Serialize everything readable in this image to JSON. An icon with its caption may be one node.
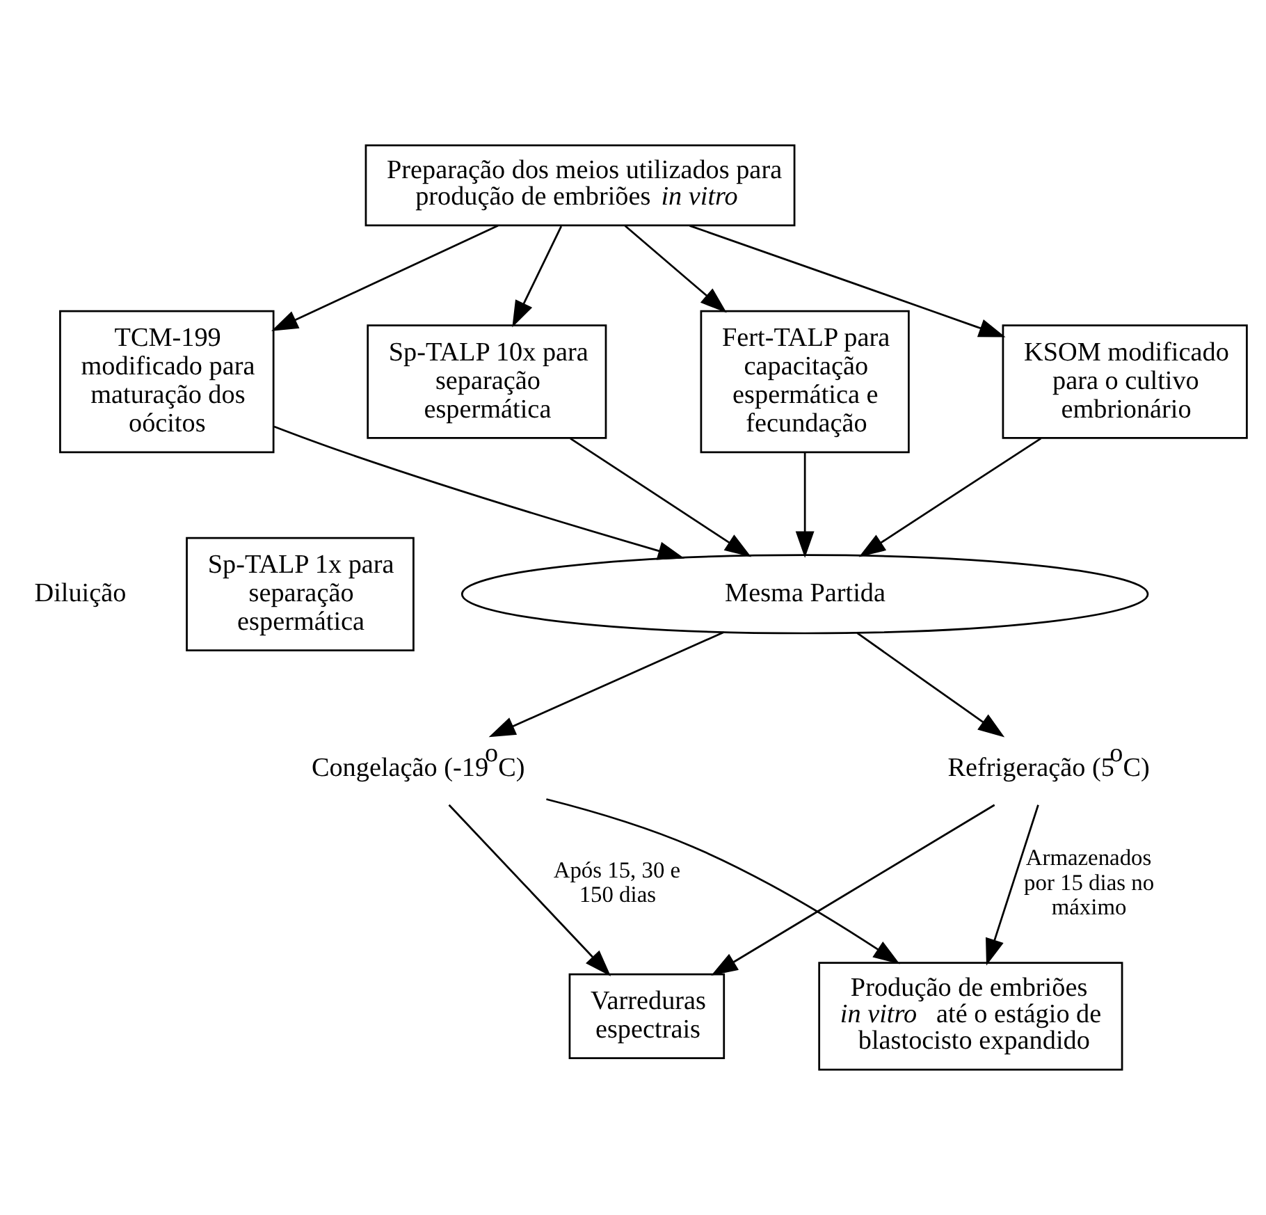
{
  "diagram": {
    "nodes": [
      {
        "text": [
          "Preparação dos meios utilizados para produção de embriões *in vitro*"
        ]
      },
      {
        "text": [
          "TCM-199 modificado para maturação dos oócitos"
        ]
      },
      {
        "text": [
          "Sp-TALP 10x para separação espermática"
        ]
      },
      {
        "text": [
          "Fert-TALP para capacitação espermática e fecundação"
        ]
      },
      {
        "text": [
          "KSOM modificado para o cultivo embrionário"
        ]
      },
      {
        "text": [
          "Sp-TALP 1x para separação espermática"
        ],
        "beside": [
          "Diluição"
        ]
      },
      {
        "text": [
          "Mesma Partida"
        ]
      },
      {
        "text": [
          "Congelação (-19$^{o}$C)"
        ]
      },
      {
        "text": [
          "Refrigeração (5$^{o}$C)"
        ]
      },
      {
        "text": [
          "Varreduras espectrais"
        ]
      },
      {
        "text": [
          "Produção de embriões *in vitro*  até o estágio de blastocisto expandido"
        ]
      }
    ],
    "edges": [
      {
        "from": 0,
        "to": 1,
        "arrow": "to"
      },
      {
        "from": 0,
        "to": 2,
        "arrow": "to"
      },
      {
        "from": 0,
        "to": 3,
        "arrow": "to"
      },
      {
        "from": 0,
        "to": 4,
        "arrow": "to"
      },
      {
        "from": 1,
        "to": 6,
        "arrow": "to"
      },
      {
        "from": 2,
        "to": 6,
        "arrow": "to"
      },
      {
        "from": 3,
        "to": 6,
        "arrow": "to"
      },
      {
        "from": 4,
        "to": 6,
        "arrow": "to"
      },
      {
        "from": 6,
        "to": 7,
        "arrow": "to"
      },
      {
        "from": 6,
        "to": 8,
        "arrow": "to"
      },
      {
        "from": 7,
        "to": 9,
        "arrow": "to",
        "label": "Após 15, 30 e 150 dias"
      },
      {
        "from": 8,
        "to": 9,
        "arrow": "to"
      },
      {
        "from": 7,
        "to": 10,
        "arrow": "to"
      },
      {
        "from": 8,
        "to": 10,
        "arrow": "to",
        "label": "Armazenados por 15 dias no máximo"
      }
    ]
  }
}
